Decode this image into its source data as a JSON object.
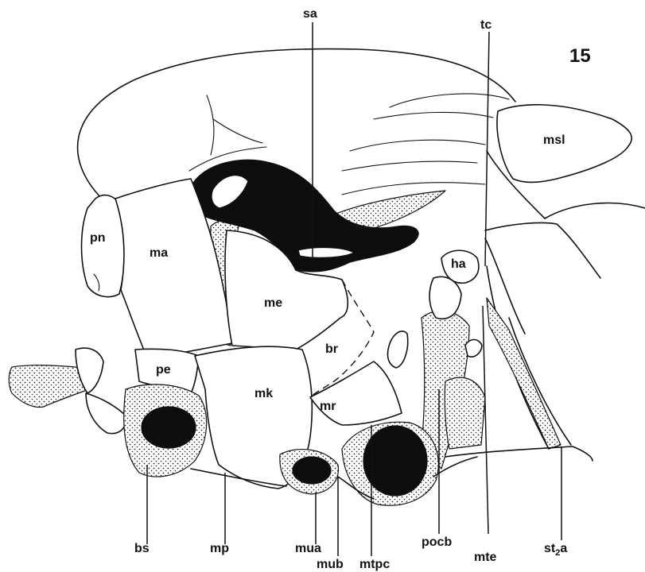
{
  "figure": {
    "number": "15"
  },
  "labels": {
    "sa": "sa",
    "tc": "tc",
    "msl": "msl",
    "pn": "pn",
    "ma": "ma",
    "ha": "ha",
    "me": "me",
    "br": "br",
    "pe": "pe",
    "mk": "mk",
    "mr": "mr",
    "bs": "bs",
    "mp": "mp",
    "mua": "mua",
    "mub": "mub",
    "mtpc": "mtpc",
    "pocb": "pocb",
    "mte": "mte",
    "st2a": "st",
    "st2a_sub": "2",
    "st2a_tail": "a"
  }
}
